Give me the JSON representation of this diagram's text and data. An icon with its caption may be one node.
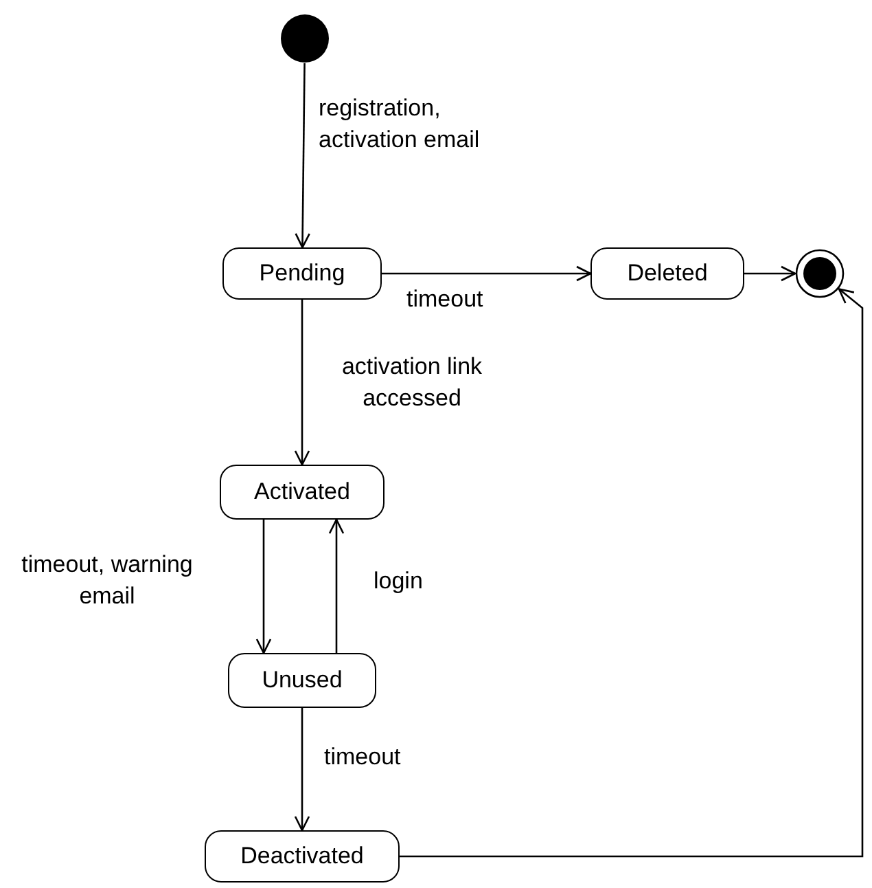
{
  "diagram": {
    "nodes": [
      {
        "text": [],
        "shape": "circle"
      },
      {
        "text": [
          "Pending"
        ]
      },
      {
        "text": [
          "Deleted"
        ]
      },
      {
        "text": [],
        "shape": "circle"
      },
      {
        "text": [
          "Activated"
        ]
      },
      {
        "text": [
          "Unused"
        ]
      },
      {
        "text": [
          "Deactivated"
        ]
      }
    ],
    "edges": [
      {
        "from": 0,
        "to": 1,
        "arrow": "to",
        "label": "registration, activation email"
      },
      {
        "from": 1,
        "to": 2,
        "arrow": "to",
        "label": "timeout"
      },
      {
        "from": 2,
        "to": 3,
        "arrow": "to"
      },
      {
        "from": 1,
        "to": 4,
        "arrow": "to",
        "label": "activation link accessed"
      },
      {
        "from": 4,
        "to": 5,
        "arrow": "to",
        "label": "timeout, warning email"
      },
      {
        "from": 5,
        "to": 4,
        "arrow": "to",
        "label": "login"
      },
      {
        "from": 5,
        "to": 6,
        "arrow": "to",
        "label": "timeout"
      },
      {
        "from": 6,
        "to": 3,
        "arrow": "to"
      }
    ]
  }
}
